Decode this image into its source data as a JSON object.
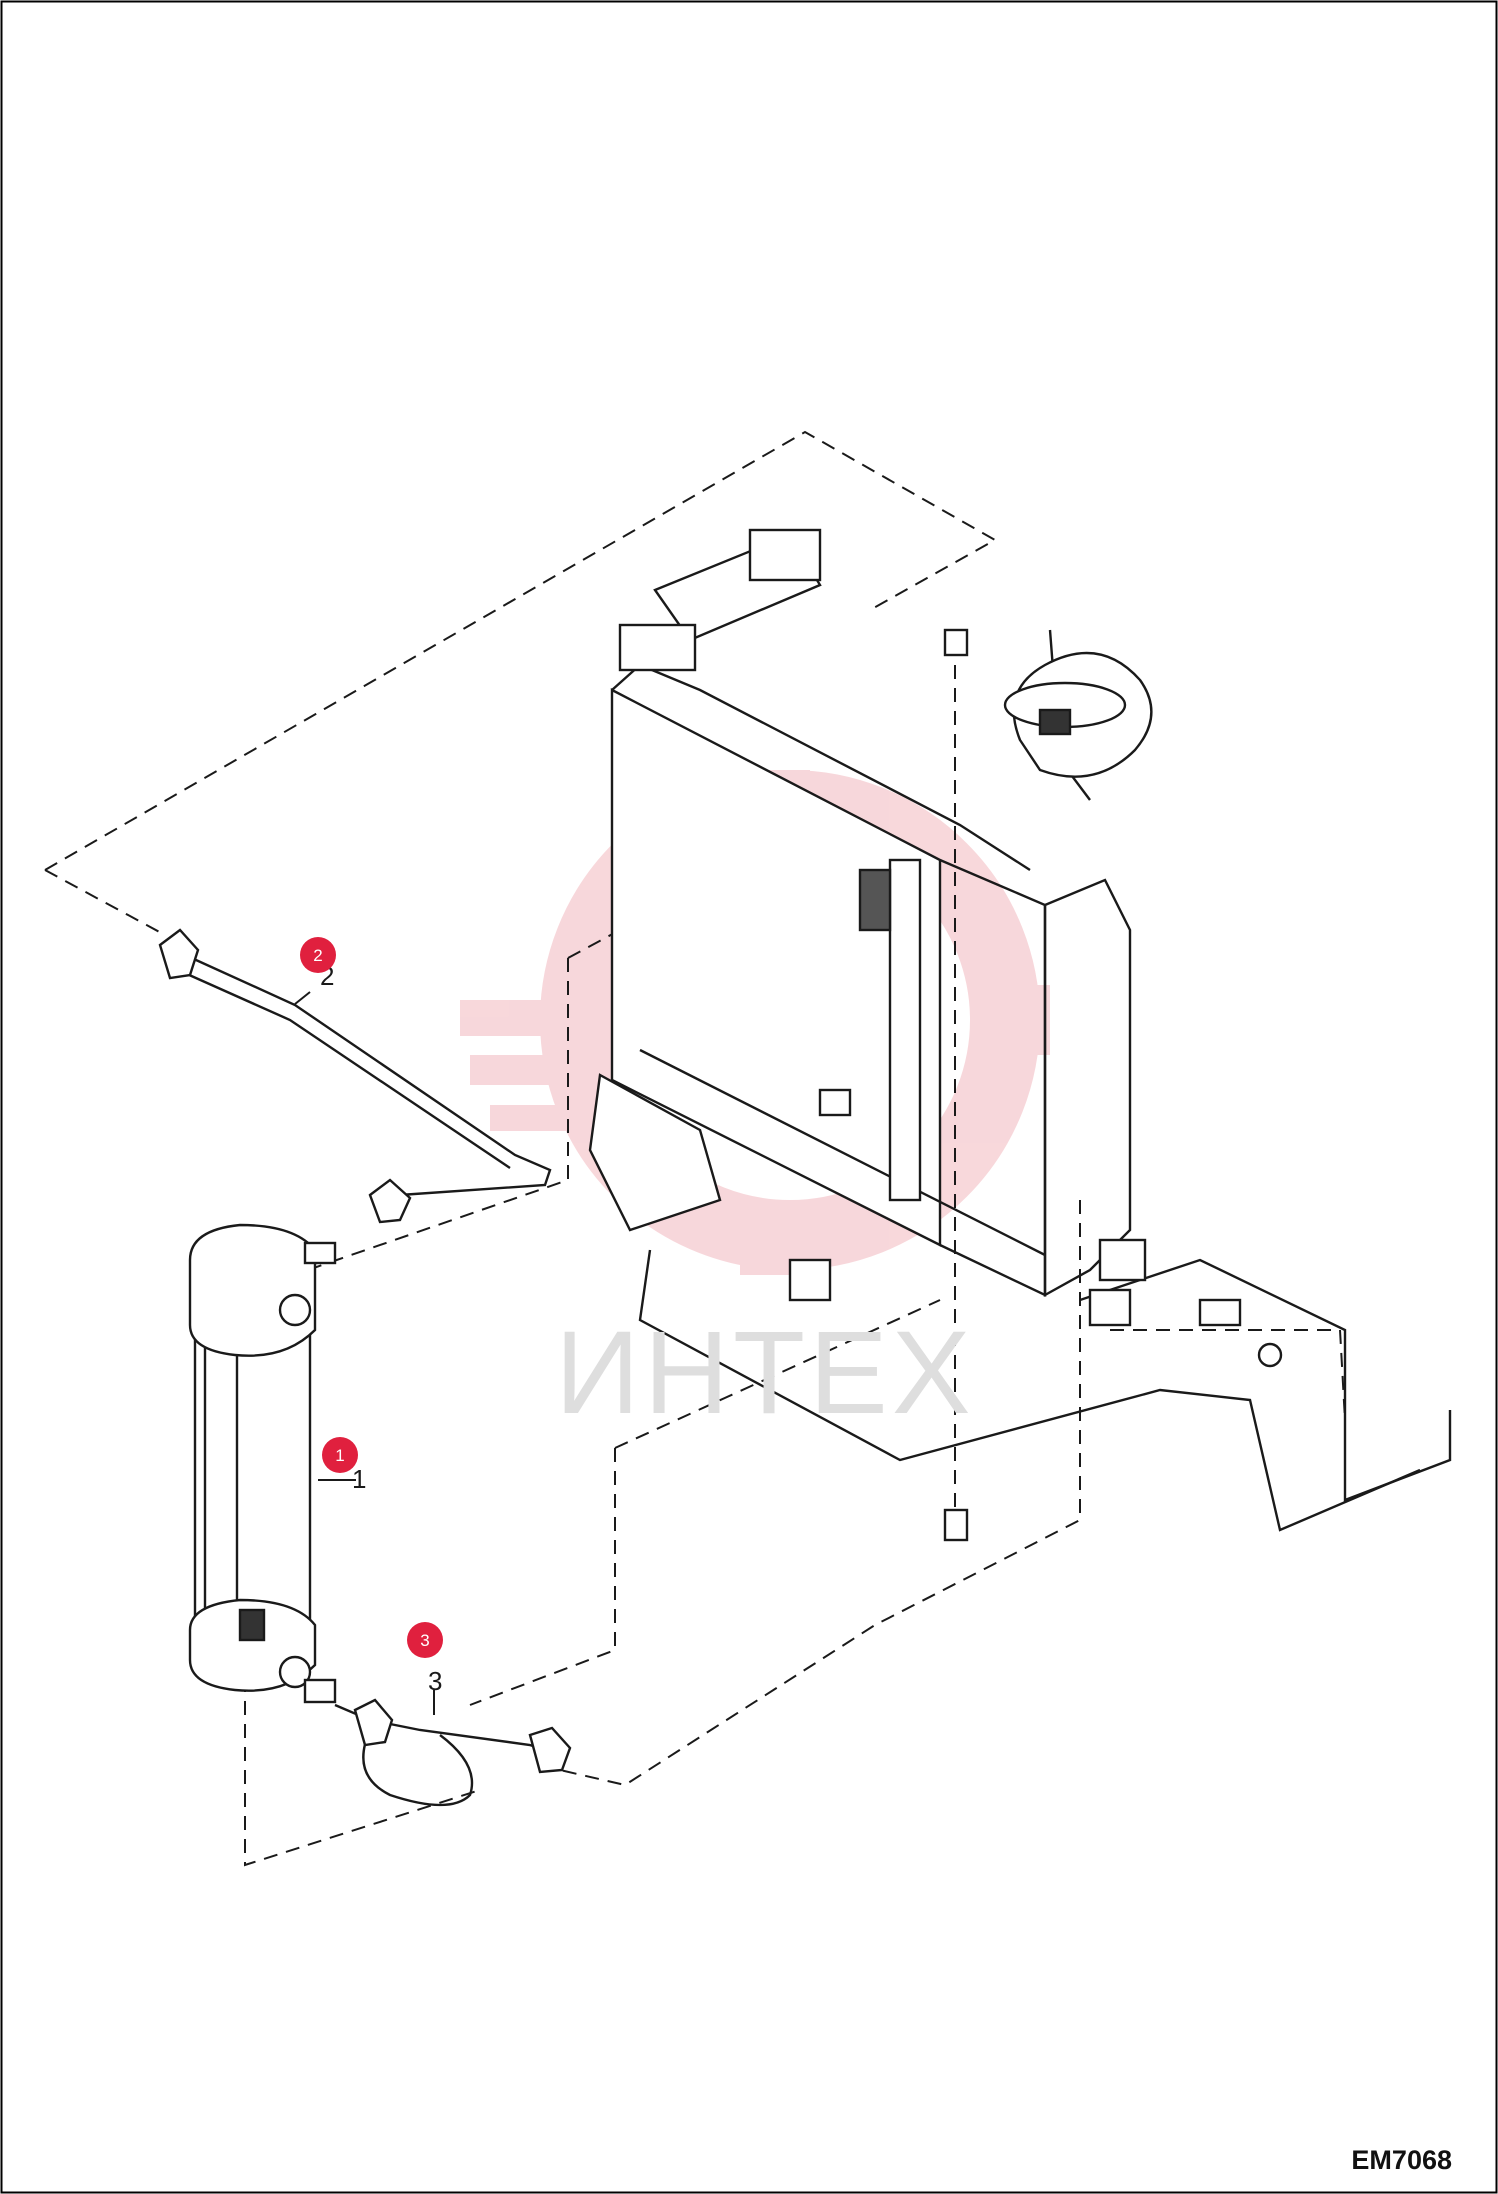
{
  "diagram": {
    "drawing_code": "EM7068",
    "watermark_text": "ИНТЕХ",
    "callouts": [
      {
        "badge": "1",
        "number": "1",
        "part": "oil-cooler"
      },
      {
        "badge": "2",
        "number": "2",
        "part": "upper-hose"
      },
      {
        "badge": "3",
        "number": "3",
        "part": "lower-hose"
      }
    ],
    "colors": {
      "line": "#1a1a1a",
      "badge": "#e0203e",
      "watermark": "#f2b8be",
      "border": "#000000"
    }
  }
}
